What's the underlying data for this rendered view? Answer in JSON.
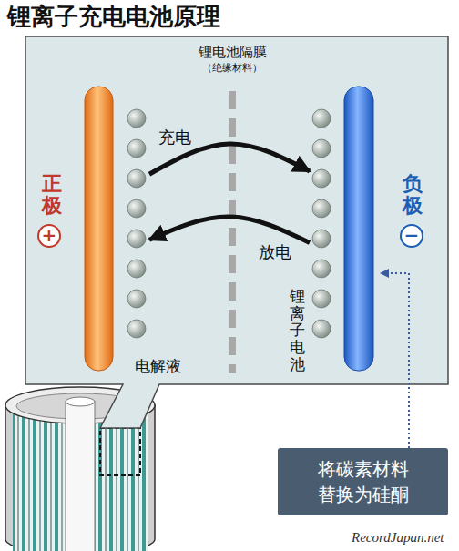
{
  "diagram": {
    "title": "锂离子充电电池原理",
    "nodes": [
      {
        "text": [
          "正极",
          "+"
        ]
      },
      {
        "text": [
          "锂电池隔膜",
          "（绝缘材料）"
        ]
      },
      {
        "text": [
          "负极",
          "−"
        ]
      },
      {
        "text": [
          "将碳素材料 替换为硅酮"
        ]
      }
    ],
    "edges": [
      {
        "from": 0,
        "to": 2,
        "arrow": "to",
        "label": "充电"
      },
      {
        "from": 2,
        "to": 0,
        "arrow": "to",
        "label": "放电"
      },
      {
        "from": 3,
        "to": 2,
        "arrow": "to"
      }
    ],
    "labels": [
      "锂离子电池",
      "电解液",
      "RecordJapan.net"
    ]
  }
}
